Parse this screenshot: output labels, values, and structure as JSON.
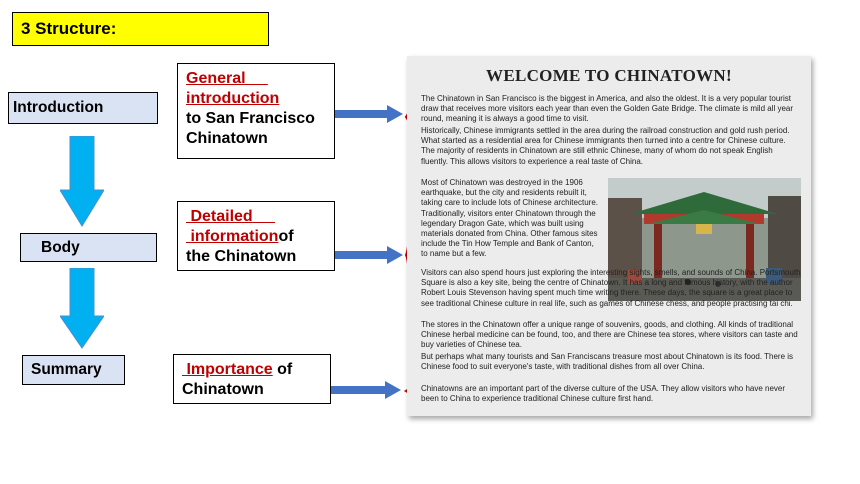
{
  "slide": {
    "title": "3 Structure:"
  },
  "structure": {
    "introduction": "Introduction",
    "body": "Body",
    "summary": "Summary"
  },
  "descriptions": {
    "intro": {
      "red_part1": "General",
      "red_part2": "introduction",
      "rest1": "to San Francisco",
      "rest2": "Chinatown"
    },
    "body": {
      "red_part1": "Detailed",
      "red_part2": "information",
      "rest_inline": "of",
      "rest2": "the Chinatown"
    },
    "summary": {
      "red": "Importance",
      "rest_inline": "of",
      "rest2": "Chinatown"
    }
  },
  "article": {
    "title": "WELCOME TO CHINATOWN!",
    "p1": "The Chinatown in San Francisco is the biggest in America, and also the oldest. It is a very popular tourist draw that receives more visitors each year than even the Golden Gate Bridge. The climate is mild all year round, meaning it is always a good time to visit.",
    "p2": "Historically, Chinese immigrants settled in the area during the railroad construction and gold rush period. What started as a residential area for Chinese immigrants then turned into a centre for Chinese culture. The majority of residents in Chinatown are still ethnic Chinese, many of whom do not speak English fluently. This allows visitors to experience a real taste of China.",
    "p3": "Most of Chinatown was destroyed in the 1906 earthquake, but the city and residents rebuilt it, taking care to include lots of Chinese architecture. Traditionally, visitors enter Chinatown through the legendary Dragon Gate, which was built using materials donated from China. Other famous sites include the Tin How Temple and Bank of Canton, to name but a few.",
    "p4": "Visitors can also spend hours just exploring the interesting sights, smells, and sounds of China. Portsmouth Square is also a key site, being the centre of Chinatown. It has a long and famous history, with the author Robert Louis Stevenson having spent much time writing there. These days, the square is a great place to see traditional Chinese culture in real life, such as games of Chinese chess, and people practising tai chi.",
    "p5": "The stores in the Chinatown offer a unique range of souvenirs, goods, and clothing. All kinds of traditional Chinese herbal medicine can be found, too, and there are Chinese tea stores, where visitors can taste and buy varieties of Chinese tea.",
    "p6": "But perhaps what many tourists and San Franciscans treasure most about Chinatown is its food. There is Chinese food to suit everyone's taste, with traditional dishes from all over China.",
    "p7": "Chinatowns are an important part of the diverse culture of the USA. They allow visitors who have never been to China to experience traditional Chinese culture first hand."
  },
  "colors": {
    "label_bg": "#dae3f3",
    "title_bg": "#ffff00",
    "accent_red": "#c00000",
    "arrow_blue": "#00b0f0",
    "connector_blue": "#4472c4"
  }
}
